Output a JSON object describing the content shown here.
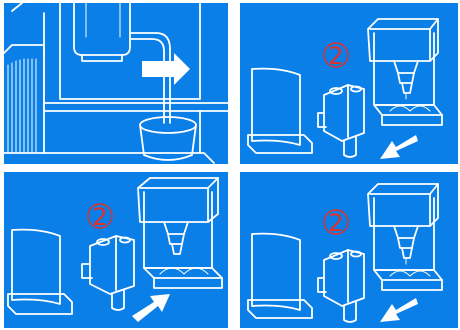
{
  "panels": [
    {
      "step_marker": ""
    },
    {
      "step_marker": "2"
    },
    {
      "step_marker": "2"
    },
    {
      "step_marker": "2"
    }
  ],
  "colors": {
    "panel_background": "#0a7fe8",
    "line_art": "#ffffff",
    "step_marker": "#e0302a"
  },
  "icons": {
    "arrow": "arrow-icon",
    "machine": "coffee-machine-icon",
    "cup": "cup-icon",
    "brew_unit": "brew-unit-icon",
    "drip_tray": "drip-tray-icon"
  }
}
